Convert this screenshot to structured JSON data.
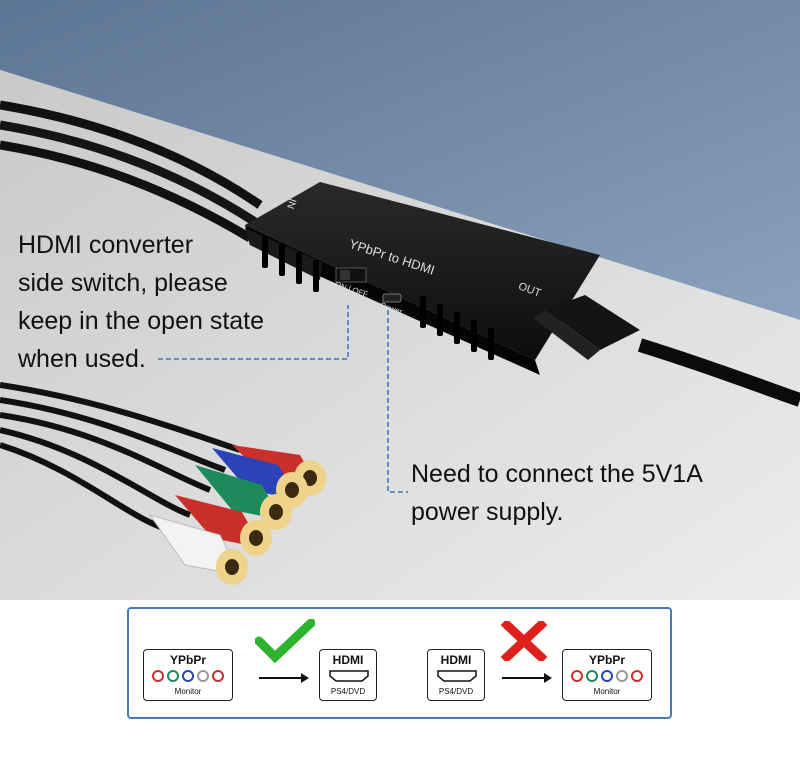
{
  "annotations": {
    "switch_note": [
      "HDMI converter",
      "side switch, please",
      "keep in the open state",
      "when used."
    ],
    "power_note": [
      "Need to connect the 5V1A",
      "power supply."
    ]
  },
  "device": {
    "label": "YPbPr to HDMI",
    "in_label": "IN",
    "out_label": "OUT",
    "switch_label": "ON | OFF",
    "power_label": "Power"
  },
  "compatibility": {
    "valid": {
      "source": "YPbPr",
      "source_sub": "Monitor",
      "target": "HDMI",
      "target_sub": "PS4/DVD",
      "mark": "check-icon"
    },
    "invalid": {
      "source": "HDMI",
      "source_sub": "PS4/DVD",
      "target": "YPbPr",
      "target_sub": "Monitor",
      "mark": "cross-icon"
    }
  },
  "colors": {
    "wall": "#6f89a6",
    "desk": "#d9d9d9",
    "frame": "#4a7ab8",
    "check": "#2db32d",
    "cross": "#e0201d"
  }
}
